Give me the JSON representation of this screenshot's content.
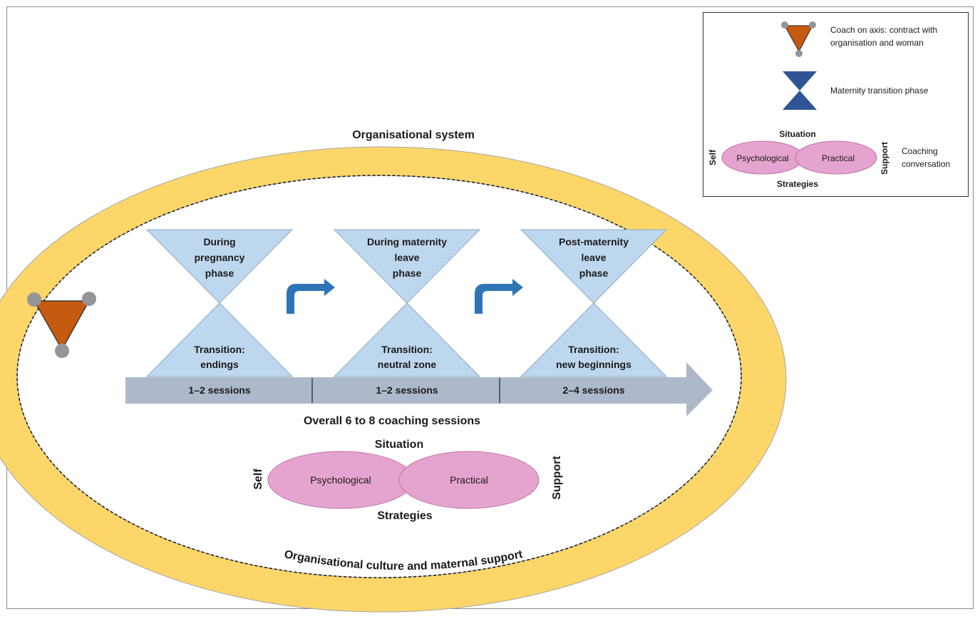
{
  "diagram": {
    "outer_ring": {
      "top_label": "Organisational system",
      "bottom_label": "Organisational culture and maternal support",
      "color": "#FCD669"
    },
    "phases": [
      {
        "title_lines": [
          "During",
          "pregnancy",
          "phase"
        ],
        "transition_lines": [
          "Transition:",
          "endings"
        ],
        "sessions": "1–2 sessions"
      },
      {
        "title_lines": [
          "During maternity",
          "leave",
          "phase"
        ],
        "transition_lines": [
          "Transition:",
          "neutral zone"
        ],
        "sessions": "1–2 sessions"
      },
      {
        "title_lines": [
          "Post-maternity",
          "leave",
          "phase"
        ],
        "transition_lines": [
          "Transition:",
          "new beginnings"
        ],
        "sessions": "2–4 sessions"
      }
    ],
    "overall_label": "Overall 6 to 8 coaching sessions",
    "conversation": {
      "top": "Situation",
      "bottom": "Strategies",
      "left": "Self",
      "right": "Support",
      "left_ellipse": "Psychological",
      "right_ellipse": "Practical"
    },
    "colors": {
      "phase_fill": "#BDD7EE",
      "phase_stroke": "#8FA9C2",
      "session_arrow": "#ADB9CA",
      "turn_arrow": "#2E75B6",
      "ellipse_fill": "#E5A4CF",
      "ellipse_stroke": "#C070A8",
      "coach_fill": "#C55A11",
      "coach_nodes": "#939598",
      "hourglass_legend": "#2F5597"
    }
  },
  "legend": {
    "items": [
      {
        "icon": "coach-triangle",
        "lines": [
          "Coach on axis: contract with",
          "organisation and woman"
        ]
      },
      {
        "icon": "hourglass",
        "lines": [
          "Maternity transition phase"
        ]
      },
      {
        "icon": "conversation",
        "lines": [
          "Coaching",
          "conversation"
        ]
      }
    ],
    "conversation": {
      "top": "Situation",
      "bottom": "Strategies",
      "left": "Self",
      "right": "Support",
      "left_ellipse": "Psychological",
      "right_ellipse": "Practical"
    }
  }
}
